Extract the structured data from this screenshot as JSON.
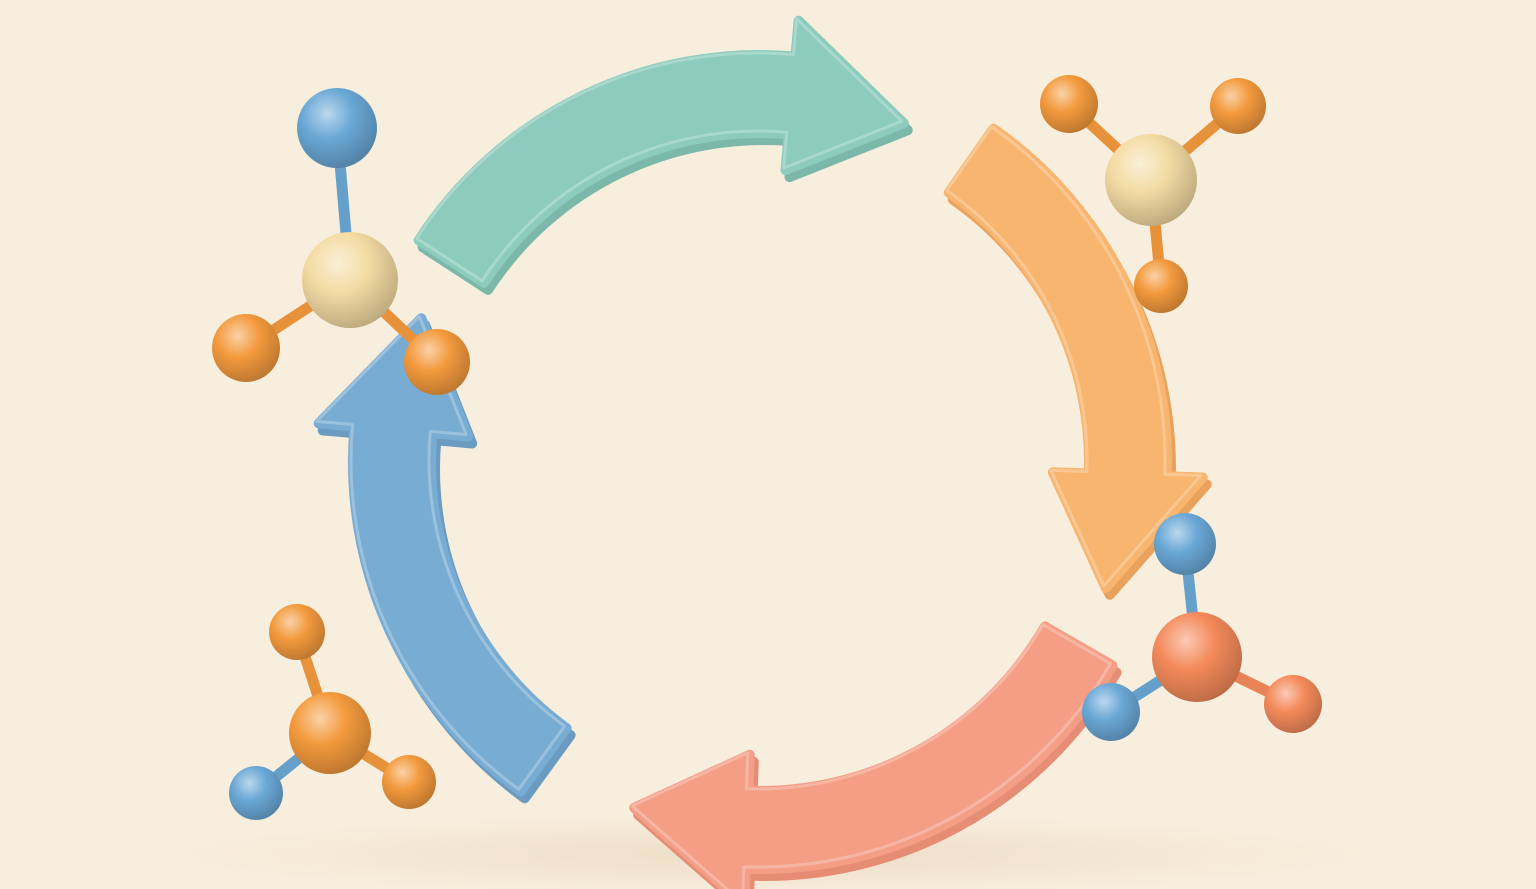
{
  "diagram": {
    "type": "cycle",
    "background_color": "#f8eedd",
    "arrows": [
      {
        "id": "top",
        "color": "#8ccbbd",
        "shade": "#6fb3a4",
        "direction": "clockwise"
      },
      {
        "id": "right",
        "color": "#f8b56f",
        "shade": "#e89a50",
        "direction": "clockwise"
      },
      {
        "id": "bottom",
        "color": "#f59e86",
        "shade": "#e5836b",
        "direction": "clockwise"
      },
      {
        "id": "left",
        "color": "#78acd3",
        "shade": "#5c93bd",
        "direction": "clockwise"
      }
    ],
    "molecules": [
      {
        "position": "top-left",
        "center_color": "#f3dba3",
        "atom_colors": [
          "#6aa8d6",
          "#f39a3d",
          "#f39a3d"
        ]
      },
      {
        "position": "top-right",
        "center_color": "#f3dba3",
        "atom_colors": [
          "#f39a3d",
          "#f39a3d",
          "#f39a3d"
        ]
      },
      {
        "position": "bottom-right",
        "center_color": "#f48a5b",
        "atom_colors": [
          "#6aa8d6",
          "#6aa8d6",
          "#f48a5b"
        ]
      },
      {
        "position": "bottom-left",
        "center_color": "#f39a3d",
        "atom_colors": [
          "#f39a3d",
          "#6aa8d6",
          "#f39a3d"
        ]
      }
    ]
  }
}
